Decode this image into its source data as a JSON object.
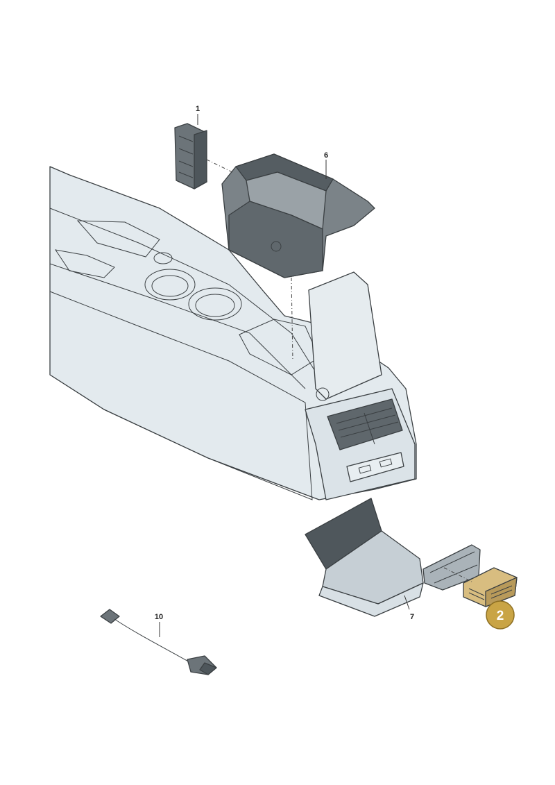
{
  "diagram": {
    "colors": {
      "console_fill": "#e3eaee",
      "console_shade": "#cdd6dc",
      "dark_part": "#6c7479",
      "dark_part_shade": "#4e565b",
      "highlight_part": "#d8bd80",
      "badge_fill": "#c9a445",
      "badge_stroke": "#8d6f22"
    },
    "callouts": [
      {
        "id": "1",
        "label": "1"
      },
      {
        "id": "6",
        "label": "6"
      },
      {
        "id": "7",
        "label": "7"
      },
      {
        "id": "10",
        "label": "10"
      }
    ],
    "highlight": {
      "label": "2"
    }
  }
}
